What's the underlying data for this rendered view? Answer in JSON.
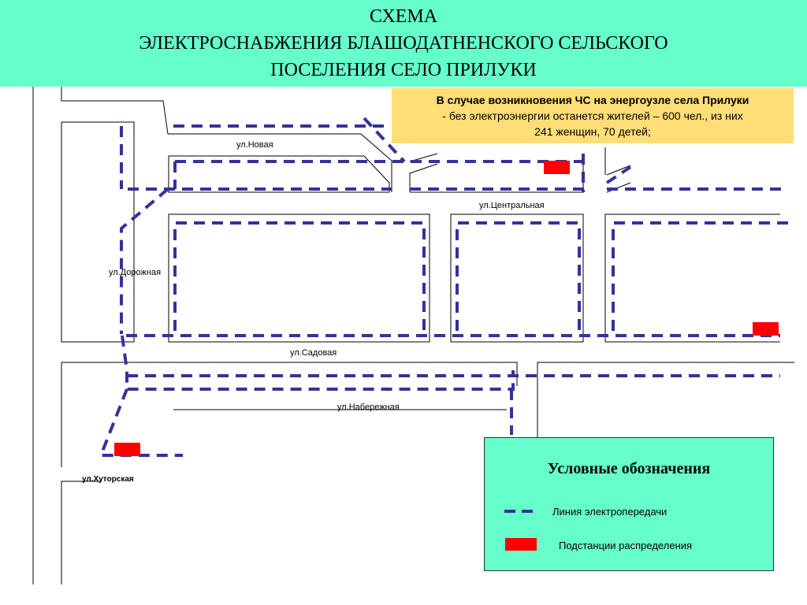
{
  "title": {
    "line1": "СХЕМА",
    "line2": "ЭЛЕКТРОСНАБЖЕНИЯ БЛАШОДАТНЕНСКОГО СЕЛЬСКОГО",
    "line3": "ПОСЕЛЕНИЯ  СЕЛО  ПРИЛУКИ"
  },
  "alert": {
    "heading": "В случае возникновения ЧС на энергоузле села Прилуки",
    "line2": "- без электроэнергии останется жителей – 600 чел., из них",
    "line3": "241 женщин, 70 детей;"
  },
  "streets": {
    "novaya": "ул.Новая",
    "centralnaya": "ул.Центральная",
    "dorozhnaya": "ул.Дорожная",
    "sadovaya": "ул.Садовая",
    "naberezhnaya": "ул.Набережная",
    "khutorskaya": "ул.Хуторская"
  },
  "legend": {
    "title": "Условные обозначения",
    "power_line_label": "Линия электропередачи",
    "substation_label": "Подстанции распределения"
  },
  "colors": {
    "title_bg": "#66ffcc",
    "alert_bg": "#ffdd77",
    "power_line": "#333399",
    "substation": "#ff0000",
    "road": "#000000"
  }
}
